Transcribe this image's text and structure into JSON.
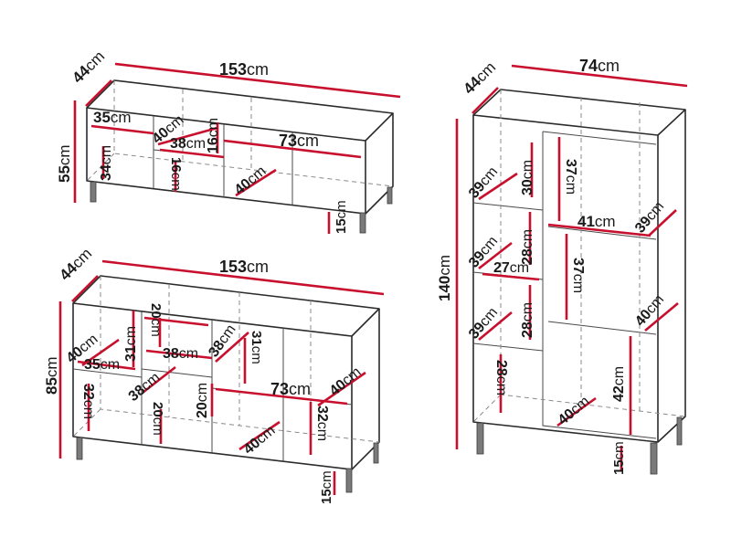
{
  "sideboard_low": {
    "dims": {
      "depth": "44",
      "width": "153",
      "height": "55",
      "shelf_left": "35",
      "inner_left_h": "34",
      "top_mid_w": "40",
      "top_mid_h": "16",
      "mid_w": "38",
      "mid_lower_h": "16",
      "right_w": "73",
      "right_depth": "40",
      "leg_h": "15"
    }
  },
  "sideboard_high": {
    "dims": {
      "depth": "44",
      "width": "153",
      "height": "85",
      "left_depth": "40",
      "left_shelf": "35",
      "left_top_h": "31",
      "left_bottom_h": "32",
      "mid_top_h": "20",
      "mid_w": "38",
      "mid_depth": "38",
      "mid_bottom_h": "20",
      "mid_h2": "20",
      "right_depth_top": "38",
      "right_top_h": "31",
      "right_w": "73",
      "right_depth": "40",
      "right_bottom_h": "32",
      "right_floor_depth": "40",
      "leg_h": "15"
    }
  },
  "cabinet_tall": {
    "dims": {
      "depth": "44",
      "width": "74",
      "height": "140",
      "shelf_depth_1": "39",
      "shelf_h_1": "30",
      "door_h_1": "37",
      "shelf_depth_2": "39",
      "shelf_h_2": "28",
      "shelf_w_2": "27",
      "door_w": "41",
      "door_depth": "39",
      "door_h_2": "37",
      "shelf_depth_3": "39",
      "shelf_h_3": "28",
      "right_depth": "40",
      "bottom_h": "28",
      "bottom_depth": "40",
      "right_bottom_h": "42",
      "leg_h": "15"
    }
  },
  "unit": "cm",
  "colors": {
    "dimension_line": "#c8102e",
    "outline": "#2b2b2b",
    "leg": "#7a7a7a",
    "label": "#1a1a1a"
  }
}
